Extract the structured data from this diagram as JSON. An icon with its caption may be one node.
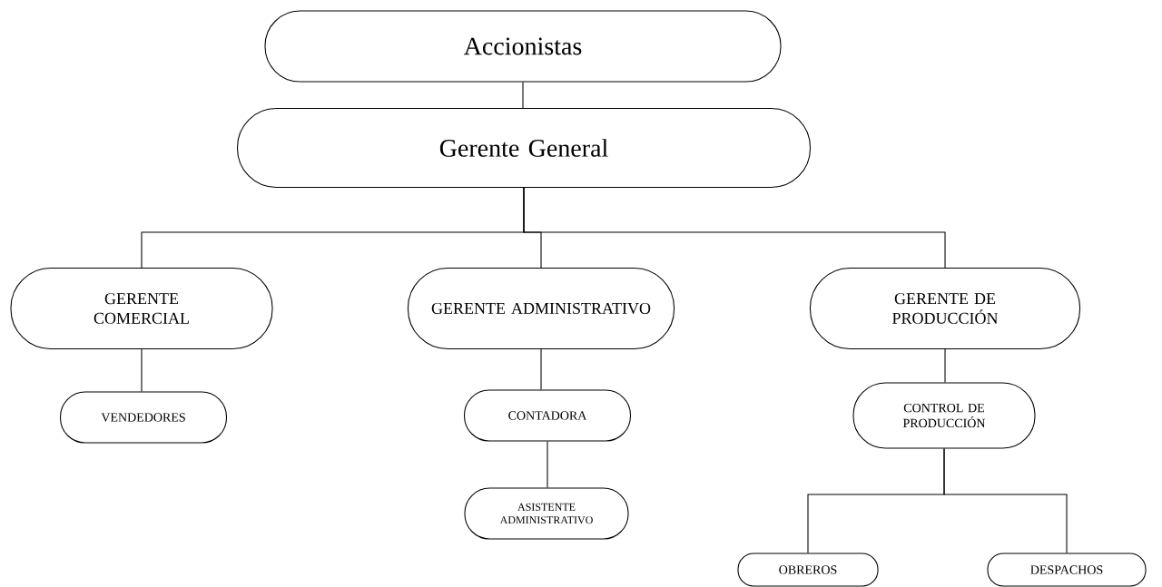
{
  "diagram": {
    "nodes": [
      {
        "text": [
          "Accionistas"
        ]
      },
      {
        "text": [
          "Gerente General"
        ]
      },
      {
        "text": [
          "GERENTE COMERCIAL"
        ]
      },
      {
        "text": [
          "GERENTE ADMINISTRATIVO"
        ]
      },
      {
        "text": [
          "GERENTE DE PRODUCCIÓN"
        ]
      },
      {
        "text": [
          "VENDEDORES"
        ]
      },
      {
        "text": [
          "CONTADORA"
        ]
      },
      {
        "text": [
          "ASISTENTE ADMINISTRATIVO"
        ]
      },
      {
        "text": [
          "CONTROL DE PRODUCCIÓN"
        ]
      },
      {
        "text": [
          "OBREROS"
        ]
      },
      {
        "text": [
          "DESPACHOS"
        ]
      }
    ],
    "edges": [
      {
        "from": 0,
        "to": 1,
        "arrow": "none"
      },
      {
        "from": 1,
        "to": 2,
        "arrow": "none"
      },
      {
        "from": 1,
        "to": 3,
        "arrow": "none"
      },
      {
        "from": 1,
        "to": 4,
        "arrow": "none"
      },
      {
        "from": 2,
        "to": 5,
        "arrow": "none"
      },
      {
        "from": 3,
        "to": 6,
        "arrow": "none"
      },
      {
        "from": 6,
        "to": 7,
        "arrow": "none"
      },
      {
        "from": 4,
        "to": 8,
        "arrow": "none"
      },
      {
        "from": 8,
        "to": 9,
        "arrow": "none"
      },
      {
        "from": 8,
        "to": 10,
        "arrow": "none"
      }
    ]
  }
}
